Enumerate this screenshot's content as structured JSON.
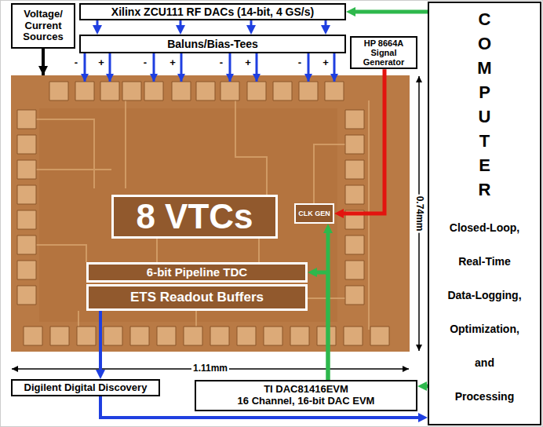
{
  "diagram": {
    "nodes": [
      {
        "text": [
          "Voltage/ Current Sources"
        ]
      },
      {
        "text": [
          "Xilinx ZCU111 RF DACs (14-bit, 4 GS/s)"
        ]
      },
      {
        "text": [
          "C O M P U T E R",
          "Closed-Loop, Real-Time Data-Logging, Optimization, and Processing"
        ]
      },
      {
        "text": [
          "Baluns/Bias-Tees"
        ]
      },
      {
        "text": [
          "HP 8664A Signal Generator"
        ]
      },
      {
        "text": [
          "8 VTCs"
        ]
      },
      {
        "text": [
          "CLK GEN"
        ]
      },
      {
        "text": [
          "6-bit Pipeline TDC"
        ]
      },
      {
        "text": [
          "ETS Readout Buffers"
        ]
      },
      {
        "text": [
          "Digilent Digital Discovery"
        ]
      },
      {
        "text": [
          "TI DAC81416EVM",
          "16 Channel, 16-bit DAC EVM"
        ]
      }
    ],
    "edges": [
      {
        "from": 2,
        "to": 1,
        "arrow": "to"
      },
      {
        "from": 1,
        "to": 3,
        "arrow": "to"
      },
      {
        "from": 1,
        "to": 3,
        "arrow": "to"
      },
      {
        "from": 1,
        "to": 3,
        "arrow": "to"
      },
      {
        "from": 1,
        "to": 3,
        "arrow": "to"
      },
      {
        "from": 4,
        "to": 6,
        "arrow": "to"
      },
      {
        "from": 8,
        "to": 9,
        "arrow": "to"
      },
      {
        "from": 10,
        "to": 6,
        "arrow": "to"
      },
      {
        "from": 10,
        "to": 7,
        "arrow": "to"
      },
      {
        "from": 9,
        "to": 2,
        "arrow": "to"
      },
      {
        "from": 2,
        "to": 10,
        "arrow": "to"
      }
    ],
    "labels": [
      "-",
      "+",
      "-",
      "+",
      "-",
      "+",
      "-",
      "+",
      "0.74mm",
      "1.11mm"
    ]
  }
}
